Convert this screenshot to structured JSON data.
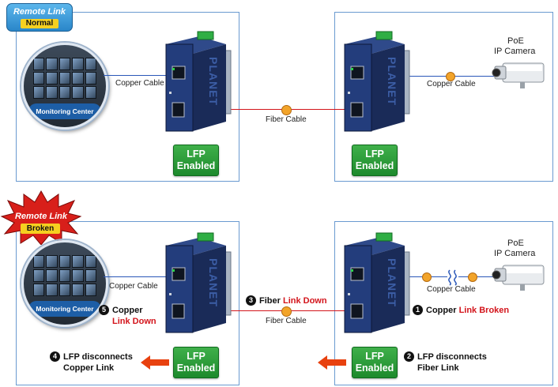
{
  "scenario_normal": {
    "badge_line1": "Remote Link",
    "badge_line2": "Normal",
    "monitor_label": "Monitoring Center",
    "copper_left": "Copper Cable",
    "fiber": "Fiber Cable",
    "copper_right": "Copper Cable",
    "camera_line1": "PoE",
    "camera_line2": "IP Camera",
    "lfp_line1": "LFP",
    "lfp_line2": "Enabled"
  },
  "scenario_broken": {
    "badge_line1": "Remote Link",
    "badge_line2": "Broken",
    "monitor_label": "Monitoring Center",
    "copper_left": "Copper Cable",
    "fiber": "Fiber Cable",
    "copper_right": "Copper Cable",
    "camera_line1": "PoE",
    "camera_line2": "IP Camera",
    "lfp_line1": "LFP",
    "lfp_line2": "Enabled",
    "steps": {
      "s1": {
        "num": "1",
        "text": "Copper",
        "red": "Link Broken"
      },
      "s2": {
        "num": "2",
        "line1": "LFP disconnects",
        "line2": "Fiber Link"
      },
      "s3": {
        "num": "3",
        "text": "Fiber",
        "red": "Link Down"
      },
      "s4": {
        "num": "4",
        "line1": "LFP disconnects",
        "line2": "Copper Link"
      },
      "s5": {
        "num": "5",
        "text": "Copper",
        "red": "Link Down"
      }
    }
  },
  "brand": "PLANET",
  "colors": {
    "panel_border": "#6a9ad0",
    "fiber_line": "#d3141b",
    "copper_line": "#2a57b8",
    "lfp_green": "#1d8a2c",
    "alert_red": "#d3141b",
    "arrow_orange": "#e8410f",
    "device_navy": "#1c2f62"
  }
}
